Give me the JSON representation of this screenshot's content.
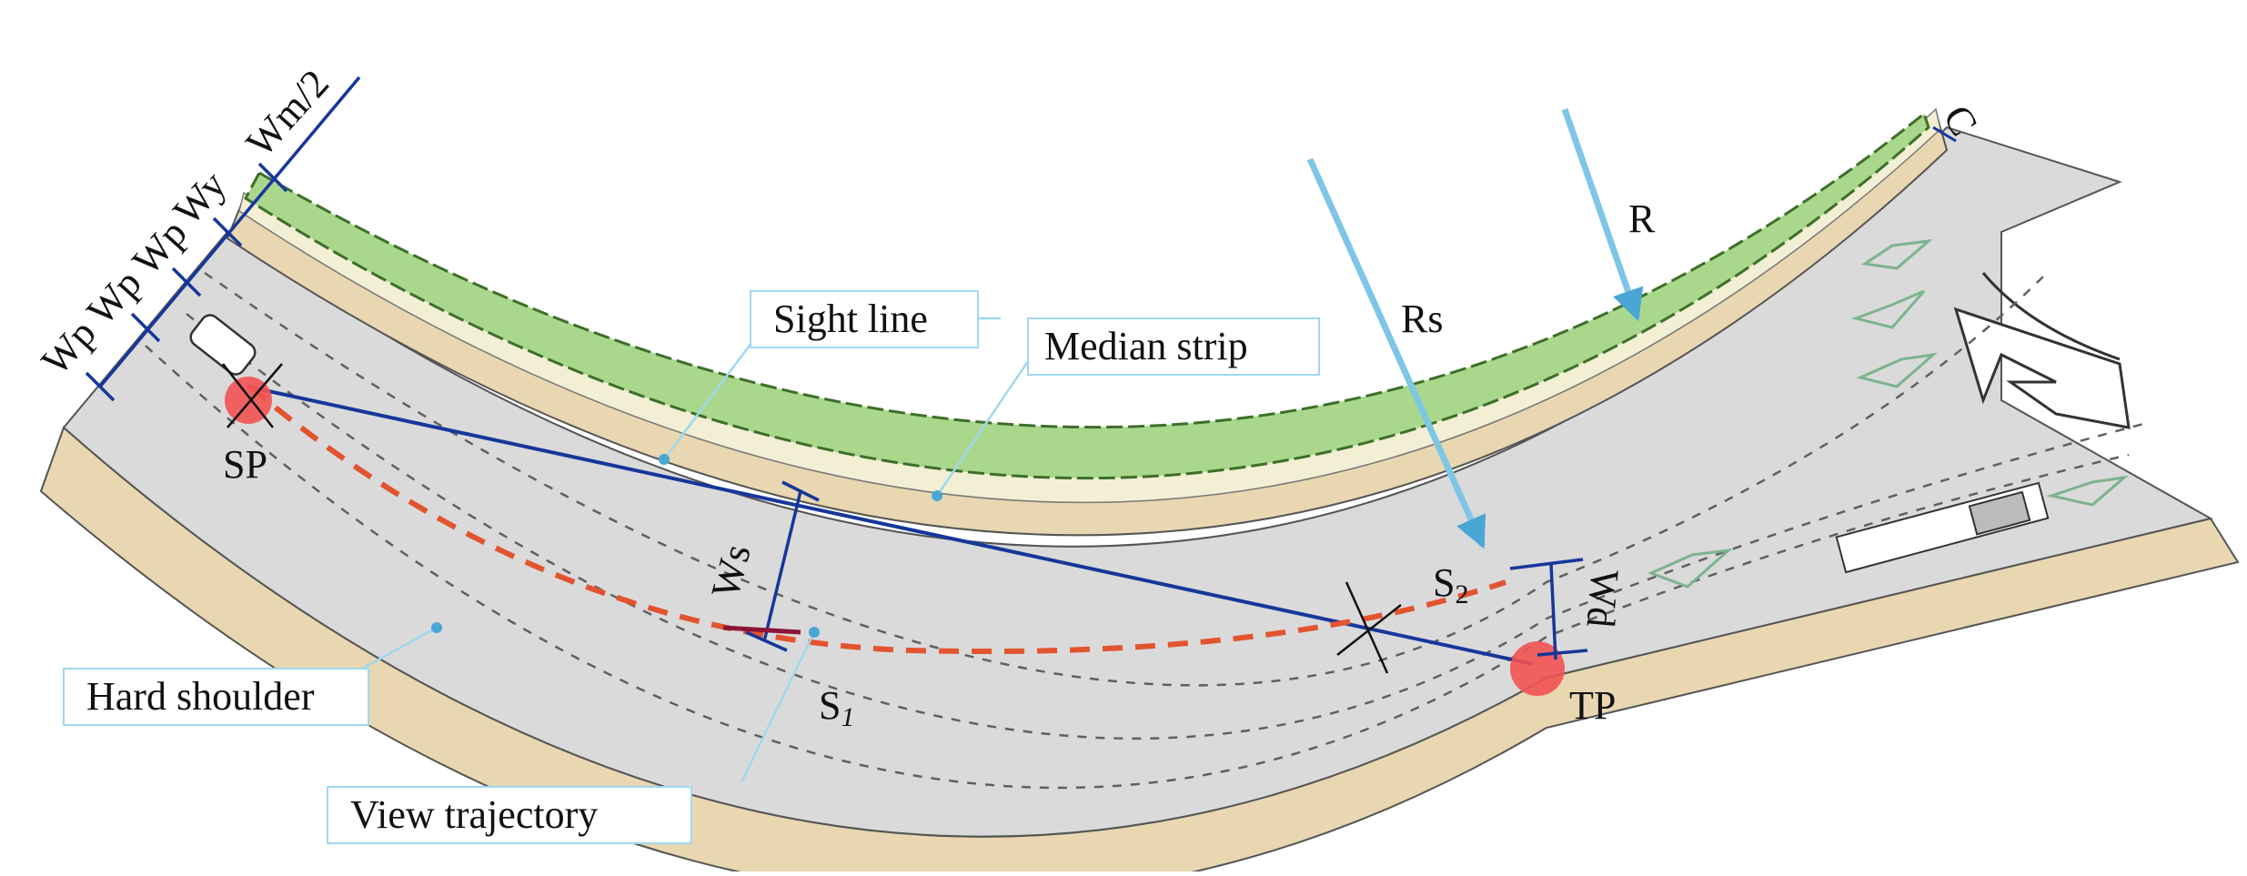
{
  "colors": {
    "pavement": "#dadada",
    "shoulder": "#e8d7b0",
    "median": "#a9d88c",
    "median_edge": "#3d6f2a",
    "inner_strip": "#f2efd4",
    "dim_blue": "#16379a",
    "radius_arrow": "#7ec6e6",
    "trajectory": "#e2542f",
    "point_marker": "#f25252",
    "callout_line": "#9fd8ef",
    "lane_marking": "#606060"
  },
  "icons": [
    "car-icon",
    "truck-icon",
    "lane-arrow-icon"
  ],
  "labels": {
    "sight_line": "Sight line",
    "median_strip": "Median strip",
    "hard_shoulder": "Hard shoulder",
    "view_trajectory": "View trajectory",
    "sp": "SP",
    "tp": "TP",
    "s1": "S",
    "s1_sub": "1",
    "s2": "S",
    "s2_sub": "2",
    "ws": "Ws",
    "wd": "Wd",
    "r": "R",
    "rs": "Rs",
    "c": "C"
  },
  "dimension_labels": {
    "wp_outer": "Wp",
    "wp_1": "Wp",
    "wp_2": "Wp",
    "wy": "Wy",
    "wm_half": "Wm/2"
  }
}
